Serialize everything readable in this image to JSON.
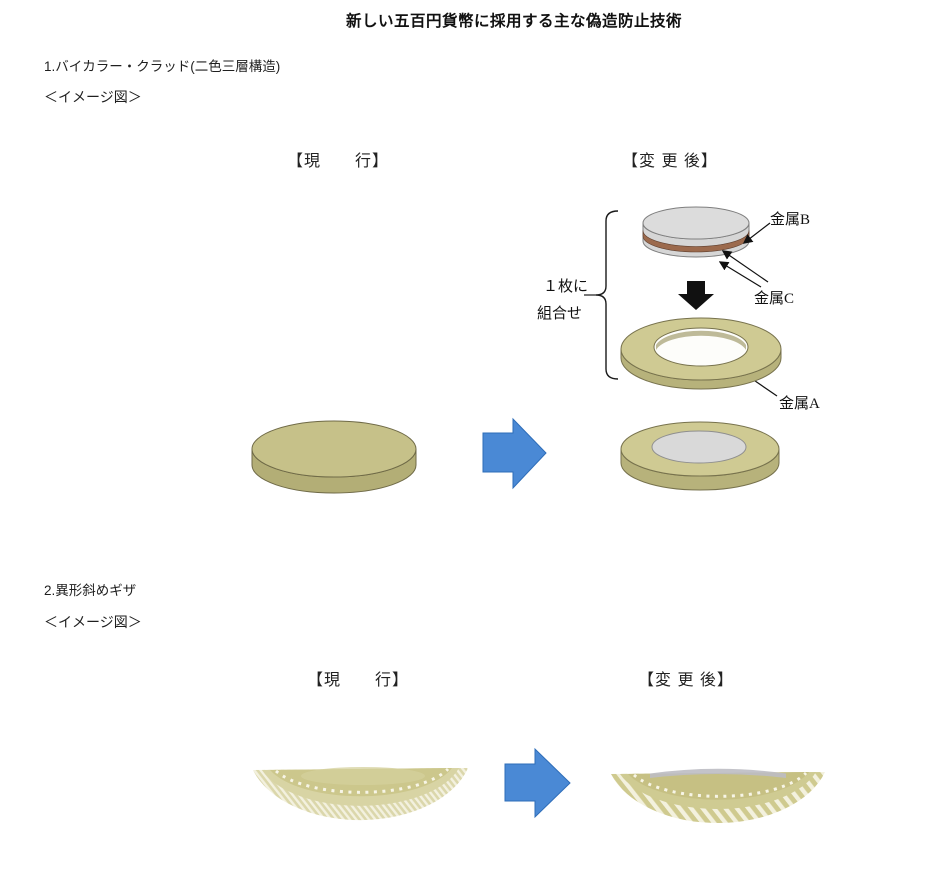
{
  "document": {
    "title": "新しい五百円貨幣に採用する主な偽造防止技術"
  },
  "section_bicolor_clad": {
    "heading": "1.バイカラー・クラッド(二色三層構造)",
    "image_figure_label": "＜イメージ図＞",
    "current_label": "【現　　行】",
    "after_label": "【変 更 後】",
    "combine_note": {
      "line1": "１枚に",
      "line2": "組合せ"
    },
    "metal_labels": {
      "metal_b": "金属B",
      "metal_c": "金属C",
      "metal_a": "金属A"
    }
  },
  "section_edge_milling": {
    "heading": "2.異形斜めギザ",
    "image_figure_label": "＜イメージ図＞",
    "current_label": "【現　　行】",
    "after_label": "【変 更 後】"
  },
  "colors": {
    "nickel_brass_face": "#c6c189",
    "nickel_brass_side": "#b3ae76",
    "ring_face": "#cfca93",
    "clad_silver": "#dcdcdc",
    "clad_copper": "#9c6a4d",
    "silver_center": "#d9d9d9",
    "blue_arrow": "#4a89d5",
    "black_arrow": "#111111",
    "edge_stripe_light": "#f3f1df"
  }
}
